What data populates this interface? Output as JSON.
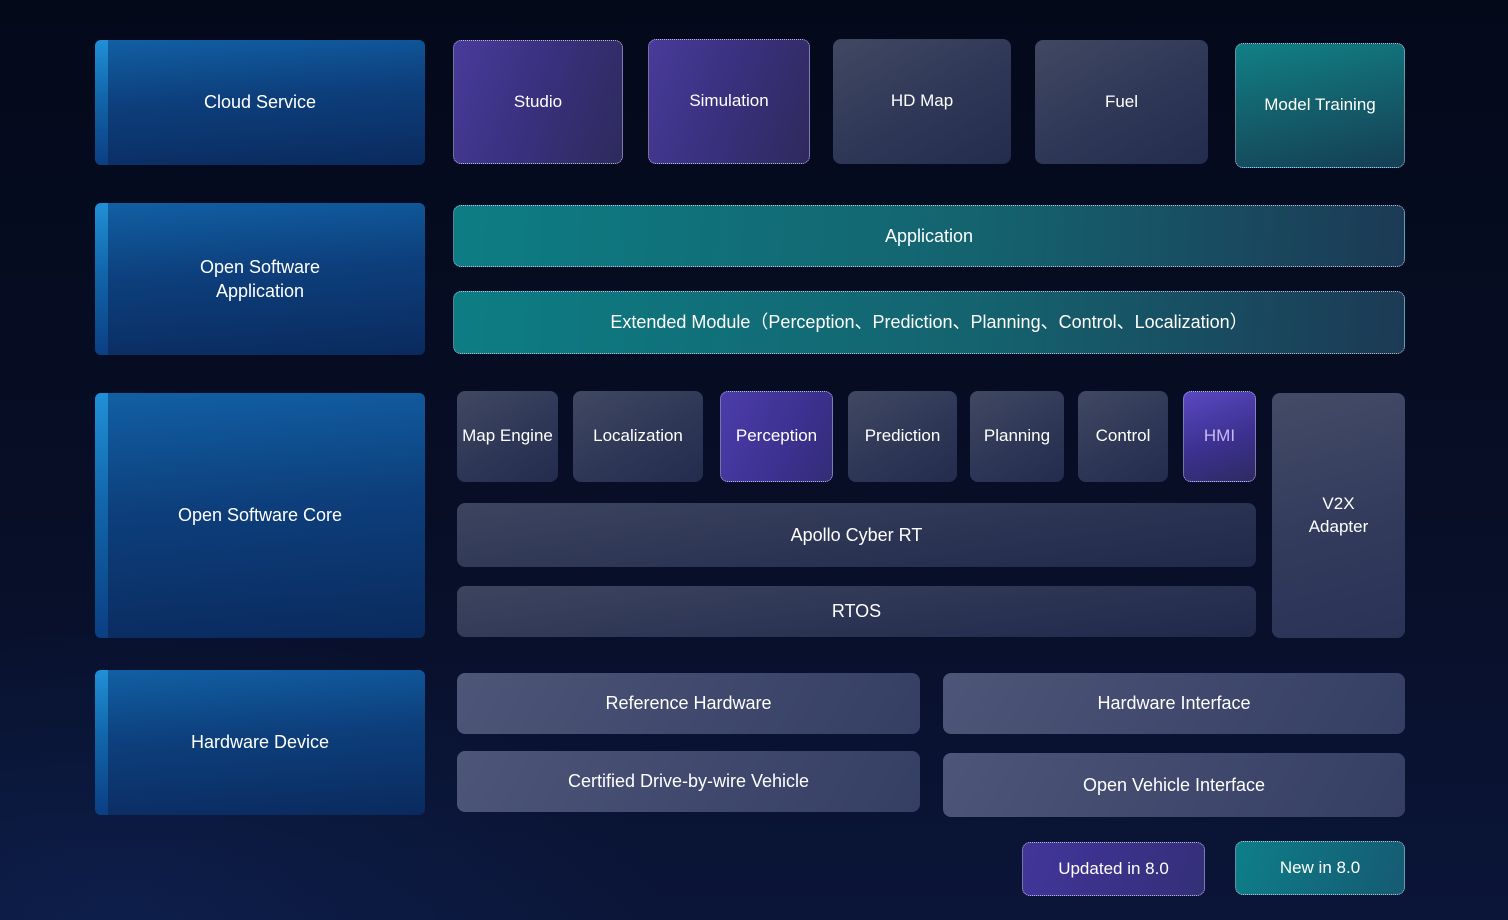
{
  "colors": {
    "background_top": "#04091a",
    "background_bottom": "#0b1538",
    "blue_box": "#0f5a9e",
    "blue_accent_strip": "#1e8ad2",
    "purple_updated": "#43389c",
    "teal_new": "#0d7d84",
    "slate_module": "#3d4662",
    "hardware_module": "#4d5678",
    "text": "#ffffff",
    "hmi_text": "#c8b9f6"
  },
  "cloud_row": {
    "title": "Cloud Service",
    "studio": "Studio",
    "simulation": "Simulation",
    "hd_map": "HD Map",
    "fuel": "Fuel",
    "model_training": "Model Training"
  },
  "app_row": {
    "title": "Open Software Application",
    "application": "Application",
    "extended_module": "Extended Module（Perception、Prediction、Planning、Control、Localization）"
  },
  "core_row": {
    "title": "Open Software Core",
    "map_engine": "Map Engine",
    "localization": "Localization",
    "perception": "Perception",
    "prediction": "Prediction",
    "planning": "Planning",
    "control": "Control",
    "hmi": "HMI",
    "v2x_adapter": "V2X Adapter",
    "cyber_rt": "Apollo Cyber RT",
    "rtos": "RTOS"
  },
  "hardware_row": {
    "title": "Hardware Device",
    "reference_hardware": "Reference Hardware",
    "hardware_interface": "Hardware Interface",
    "certified_vehicle": "Certified Drive-by-wire Vehicle",
    "open_vehicle_interface": "Open Vehicle Interface"
  },
  "legend": {
    "updated": "Updated in 8.0",
    "new": "New in 8.0"
  }
}
